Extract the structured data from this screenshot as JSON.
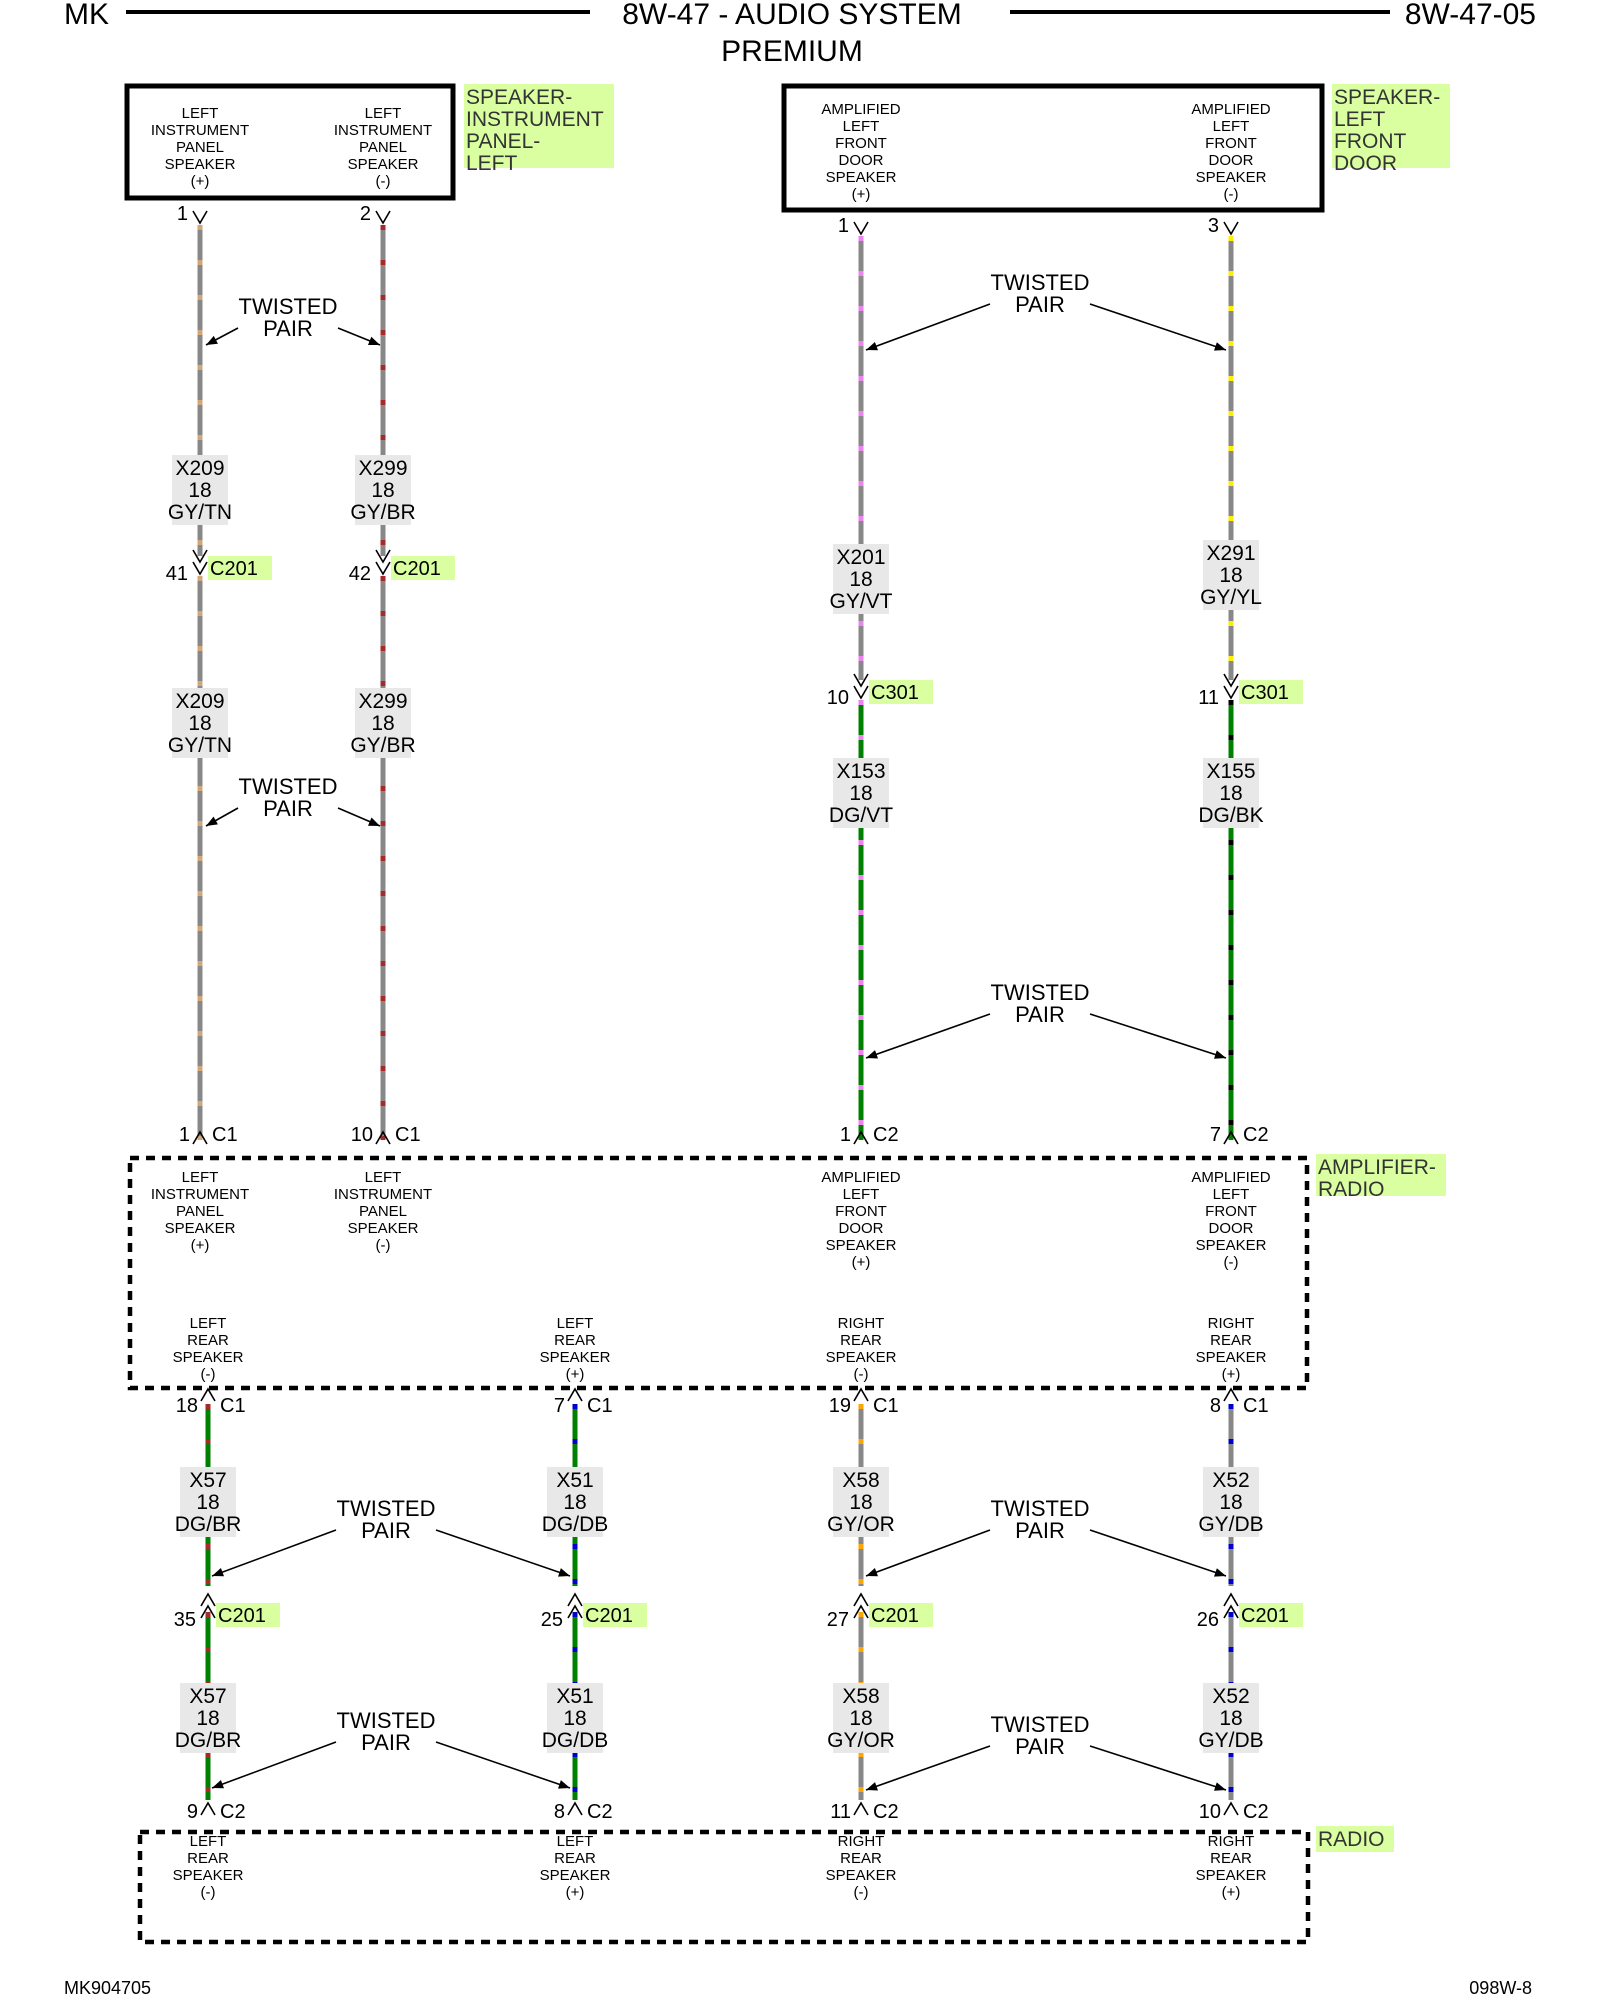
{
  "header": {
    "left_code": "MK",
    "title_line1": "8W-47 - AUDIO SYSTEM",
    "title_line2": "PREMIUM",
    "right_code": "8W-47-05"
  },
  "footer": {
    "left": "MK904705",
    "right": "098W-8"
  },
  "twisted_pair_line1": "TWISTED",
  "twisted_pair_line2": "PAIR",
  "wire_colors": {
    "GY": "#888888",
    "TN": "#d2a679",
    "BR": "#a52a2a",
    "VT": "#ee82ee",
    "YL": "#ffee00",
    "DG": "#008000",
    "BK": "#000000",
    "DB": "#0000cc",
    "OR": "#ffa500",
    "highlight": "#d9ffa0",
    "label_bg": "#e8e8e8"
  },
  "components": [
    {
      "id": "spk_ip_left",
      "name": [
        "SPEAKER-",
        "INSTRUMENT",
        "PANEL-",
        "LEFT"
      ]
    },
    {
      "id": "spk_lf_door",
      "name": [
        "SPEAKER-",
        "LEFT",
        "FRONT",
        "DOOR"
      ]
    },
    {
      "id": "amp_radio",
      "name": [
        "AMPLIFIER-",
        "RADIO"
      ]
    },
    {
      "id": "radio",
      "name": [
        "RADIO"
      ]
    }
  ],
  "circuits": [
    {
      "id": "left-ip-pos",
      "top_pin_label": [
        "LEFT",
        "INSTRUMENT",
        "PANEL",
        "SPEAKER",
        "(+)"
      ],
      "top_pin": "1",
      "seg1": {
        "circuit": "X209",
        "gauge": "18",
        "color": "GY/TN"
      },
      "inline_pin": "41",
      "inline_connector": "C201",
      "seg2": {
        "circuit": "X209",
        "gauge": "18",
        "color": "GY/TN"
      },
      "end_pin": "1",
      "end_connector": "C1",
      "end_pin_label": [
        "LEFT",
        "INSTRUMENT",
        "PANEL",
        "SPEAKER",
        "(+)"
      ]
    },
    {
      "id": "left-ip-neg",
      "top_pin_label": [
        "LEFT",
        "INSTRUMENT",
        "PANEL",
        "SPEAKER",
        "(-)"
      ],
      "top_pin": "2",
      "seg1": {
        "circuit": "X299",
        "gauge": "18",
        "color": "GY/BR"
      },
      "inline_pin": "42",
      "inline_connector": "C201",
      "seg2": {
        "circuit": "X299",
        "gauge": "18",
        "color": "GY/BR"
      },
      "end_pin": "10",
      "end_connector": "C1",
      "end_pin_label": [
        "LEFT",
        "INSTRUMENT",
        "PANEL",
        "SPEAKER",
        "(-)"
      ]
    },
    {
      "id": "amp-lf-door-pos",
      "top_pin_label": [
        "AMPLIFIED",
        "LEFT",
        "FRONT",
        "DOOR",
        "SPEAKER",
        "(+)"
      ],
      "top_pin": "1",
      "seg1": {
        "circuit": "X201",
        "gauge": "18",
        "color": "GY/VT"
      },
      "inline_pin": "10",
      "inline_connector": "C301",
      "seg2": {
        "circuit": "X153",
        "gauge": "18",
        "color": "DG/VT"
      },
      "end_pin": "1",
      "end_connector": "C2",
      "end_pin_label": [
        "AMPLIFIED",
        "LEFT",
        "FRONT",
        "DOOR",
        "SPEAKER",
        "(+)"
      ]
    },
    {
      "id": "amp-lf-door-neg",
      "top_pin_label": [
        "AMPLIFIED",
        "LEFT",
        "FRONT",
        "DOOR",
        "SPEAKER",
        "(-)"
      ],
      "top_pin": "3",
      "seg1": {
        "circuit": "X291",
        "gauge": "18",
        "color": "GY/YL"
      },
      "inline_pin": "11",
      "inline_connector": "C301",
      "seg2": {
        "circuit": "X155",
        "gauge": "18",
        "color": "DG/BK"
      },
      "end_pin": "7",
      "end_connector": "C2",
      "end_pin_label": [
        "AMPLIFIED",
        "LEFT",
        "FRONT",
        "DOOR",
        "SPEAKER",
        "(-)"
      ]
    }
  ],
  "rear_circuits": [
    {
      "id": "left-rear-neg",
      "amp_label": [
        "LEFT",
        "REAR",
        "SPEAKER",
        "(-)"
      ],
      "amp_pin": "18",
      "amp_connector": "C1",
      "seg1": {
        "circuit": "X57",
        "gauge": "18",
        "color": "DG/BR"
      },
      "inline_pin": "35",
      "inline_connector": "C201",
      "seg2": {
        "circuit": "X57",
        "gauge": "18",
        "color": "DG/BR"
      },
      "radio_pin": "9",
      "radio_connector": "C2",
      "radio_label": [
        "LEFT",
        "REAR",
        "SPEAKER",
        "(-)"
      ]
    },
    {
      "id": "left-rear-pos",
      "amp_label": [
        "LEFT",
        "REAR",
        "SPEAKER",
        "(+)"
      ],
      "amp_pin": "7",
      "amp_connector": "C1",
      "seg1": {
        "circuit": "X51",
        "gauge": "18",
        "color": "DG/DB"
      },
      "inline_pin": "25",
      "inline_connector": "C201",
      "seg2": {
        "circuit": "X51",
        "gauge": "18",
        "color": "DG/DB"
      },
      "radio_pin": "8",
      "radio_connector": "C2",
      "radio_label": [
        "LEFT",
        "REAR",
        "SPEAKER",
        "(+)"
      ]
    },
    {
      "id": "right-rear-neg",
      "amp_label": [
        "RIGHT",
        "REAR",
        "SPEAKER",
        "(-)"
      ],
      "amp_pin": "19",
      "amp_connector": "C1",
      "seg1": {
        "circuit": "X58",
        "gauge": "18",
        "color": "GY/OR"
      },
      "inline_pin": "27",
      "inline_connector": "C201",
      "seg2": {
        "circuit": "X58",
        "gauge": "18",
        "color": "GY/OR"
      },
      "radio_pin": "11",
      "radio_connector": "C2",
      "radio_label": [
        "RIGHT",
        "REAR",
        "SPEAKER",
        "(-)"
      ]
    },
    {
      "id": "right-rear-pos",
      "amp_label": [
        "RIGHT",
        "REAR",
        "SPEAKER",
        "(+)"
      ],
      "amp_pin": "8",
      "amp_connector": "C1",
      "seg1": {
        "circuit": "X52",
        "gauge": "18",
        "color": "GY/DB"
      },
      "inline_pin": "26",
      "inline_connector": "C201",
      "seg2": {
        "circuit": "X52",
        "gauge": "18",
        "color": "GY/DB"
      },
      "radio_pin": "10",
      "radio_connector": "C2",
      "radio_label": [
        "RIGHT",
        "REAR",
        "SPEAKER",
        "(+)"
      ]
    }
  ]
}
